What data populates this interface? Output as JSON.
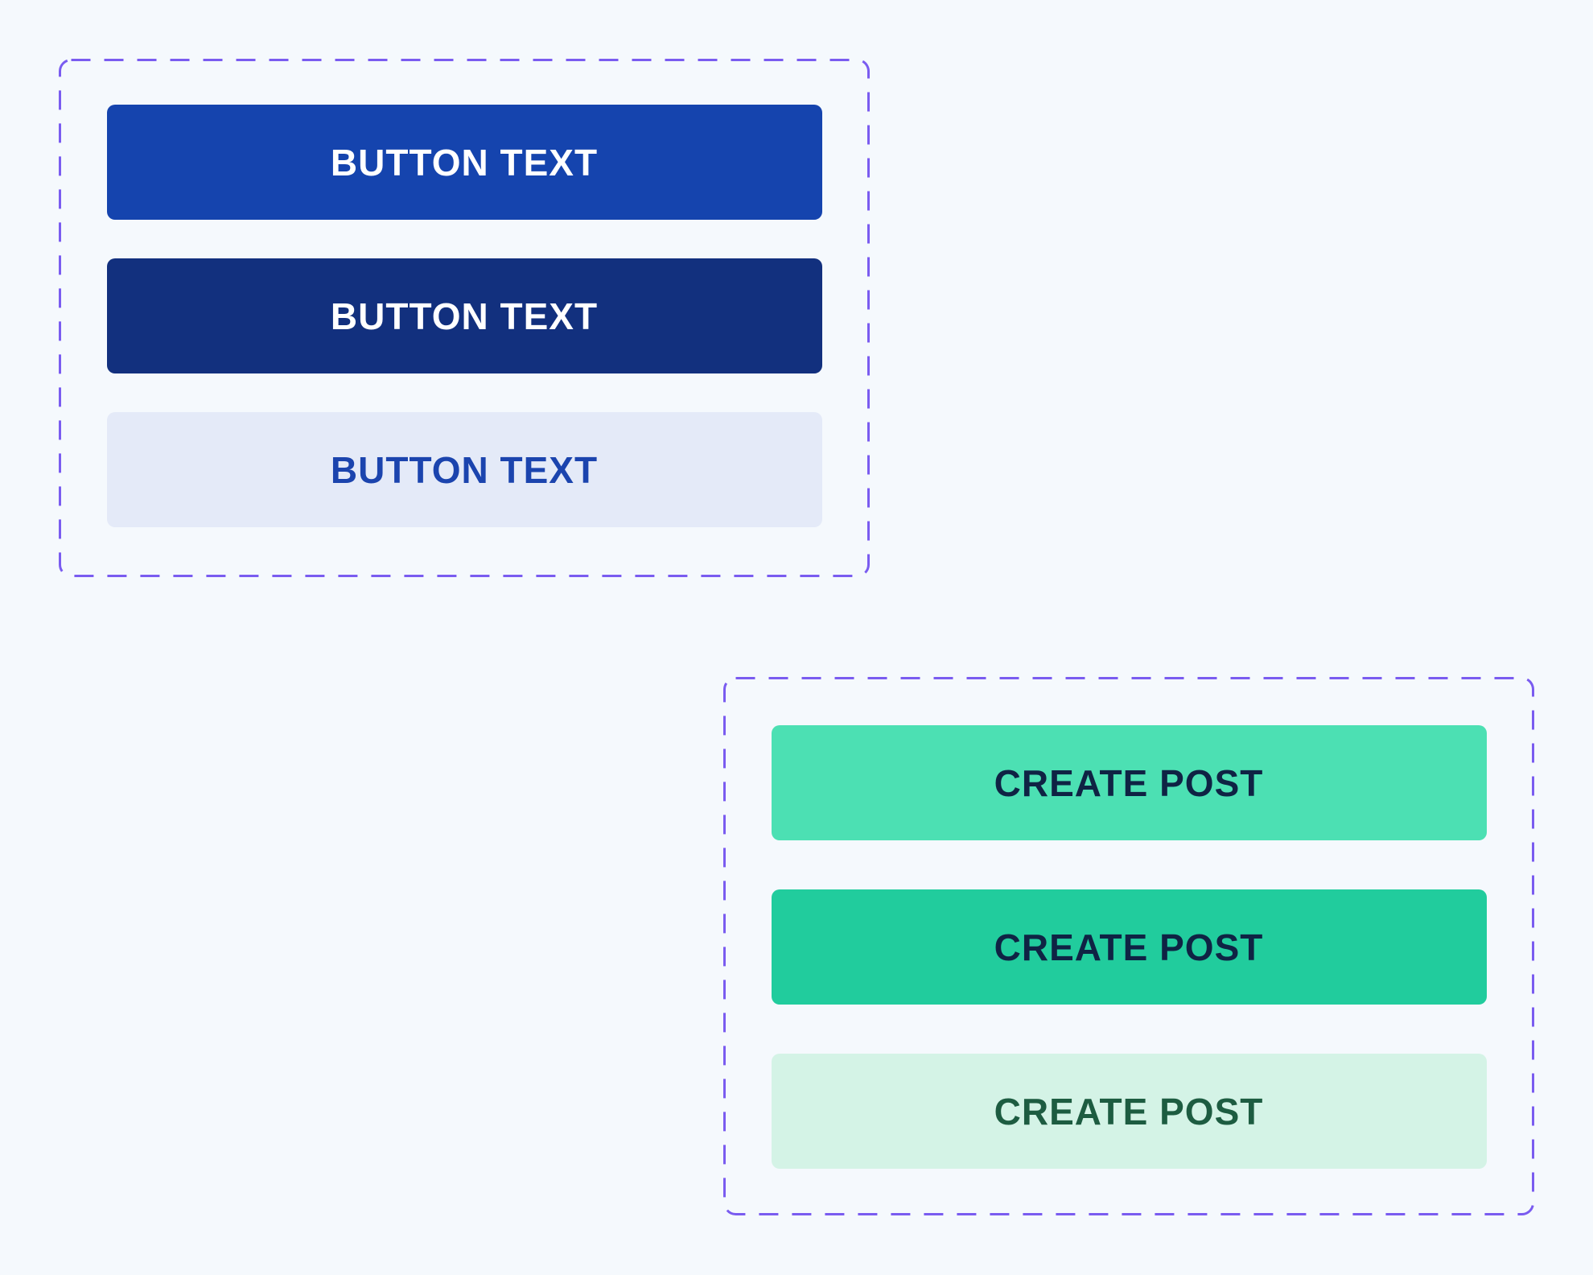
{
  "canvas": {
    "background": "#f5f9fd",
    "frame_color": "#7a5cf0"
  },
  "groups": [
    {
      "name": "button-text-samples",
      "buttons": [
        {
          "label": "BUTTON TEXT",
          "variant": "primary",
          "bg": "#1544ae",
          "fg": "#ffffff"
        },
        {
          "label": "BUTTON TEXT",
          "variant": "dark",
          "bg": "#12307e",
          "fg": "#ffffff"
        },
        {
          "label": "BUTTON TEXT",
          "variant": "light",
          "bg": "#e4eaf8",
          "fg": "#1b44ae"
        }
      ]
    },
    {
      "name": "create-post-samples",
      "buttons": [
        {
          "label": "CREATE POST",
          "variant": "primary",
          "bg": "#4ce0b3",
          "fg": "#0f2344"
        },
        {
          "label": "CREATE POST",
          "variant": "dark",
          "bg": "#21cc9d",
          "fg": "#0f2344"
        },
        {
          "label": "CREATE POST",
          "variant": "light",
          "bg": "#d4f3e6",
          "fg": "#1d5c41"
        }
      ]
    }
  ]
}
